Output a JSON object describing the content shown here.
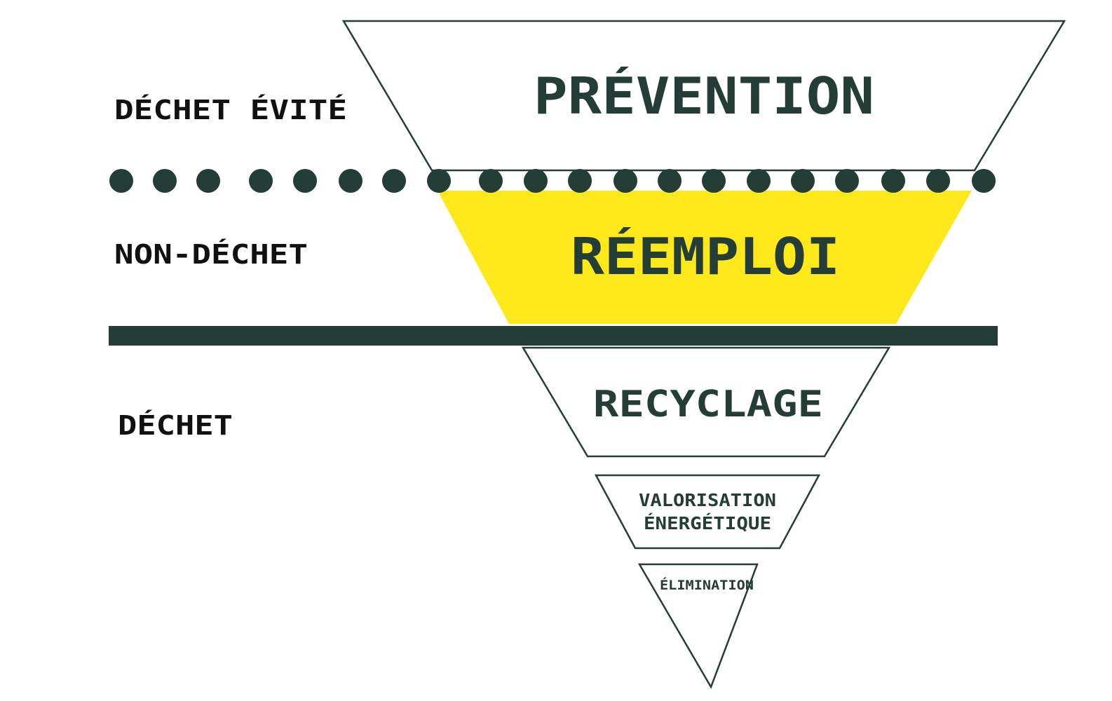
{
  "side_labels": {
    "avoided": "DÉCHET ÉVITÉ",
    "non_waste": "NON-DÉCHET",
    "waste": "DÉCHET"
  },
  "tiers": {
    "prevention": "PRÉVENTION",
    "reuse": "RÉEMPLOI",
    "recycling": "RECYCLAGE",
    "energy_recovery_line1": "VALORISATION",
    "energy_recovery_line2": "ÉNERGÉTIQUE",
    "disposal": "ÉLIMINATION"
  },
  "colors": {
    "dark_green": "#243d37",
    "highlight_yellow": "#fce81b",
    "background": "#ffffff",
    "label_text": "#111111"
  }
}
